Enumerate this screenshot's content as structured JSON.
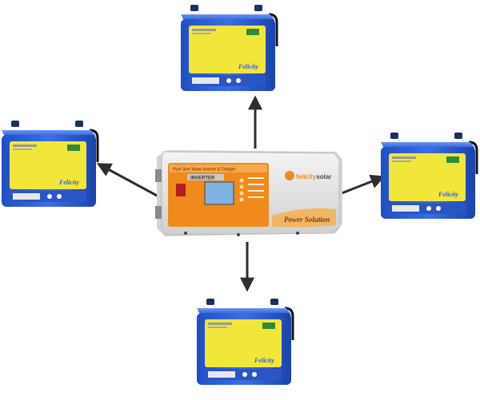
{
  "inverter": {
    "header_text": "Pure Sine Wave Inverter & Charger",
    "model_label": "INVERTER",
    "brand_prefix": "felicity",
    "brand_suffix": "solar",
    "tagline": "Power Solution"
  },
  "battery": {
    "brand_script": "Felicity"
  },
  "colors": {
    "battery_blue": "#2a5fd6",
    "battery_label_yellow": "#f2e63a",
    "inverter_orange": "#f08a1c",
    "inverter_body": "#e6e6e6",
    "arrow": "#2f2f2f"
  },
  "connections": [
    {
      "from": "inverter",
      "to": "battery-top"
    },
    {
      "from": "inverter",
      "to": "battery-left"
    },
    {
      "from": "inverter",
      "to": "battery-right"
    },
    {
      "from": "inverter",
      "to": "battery-bottom"
    }
  ]
}
